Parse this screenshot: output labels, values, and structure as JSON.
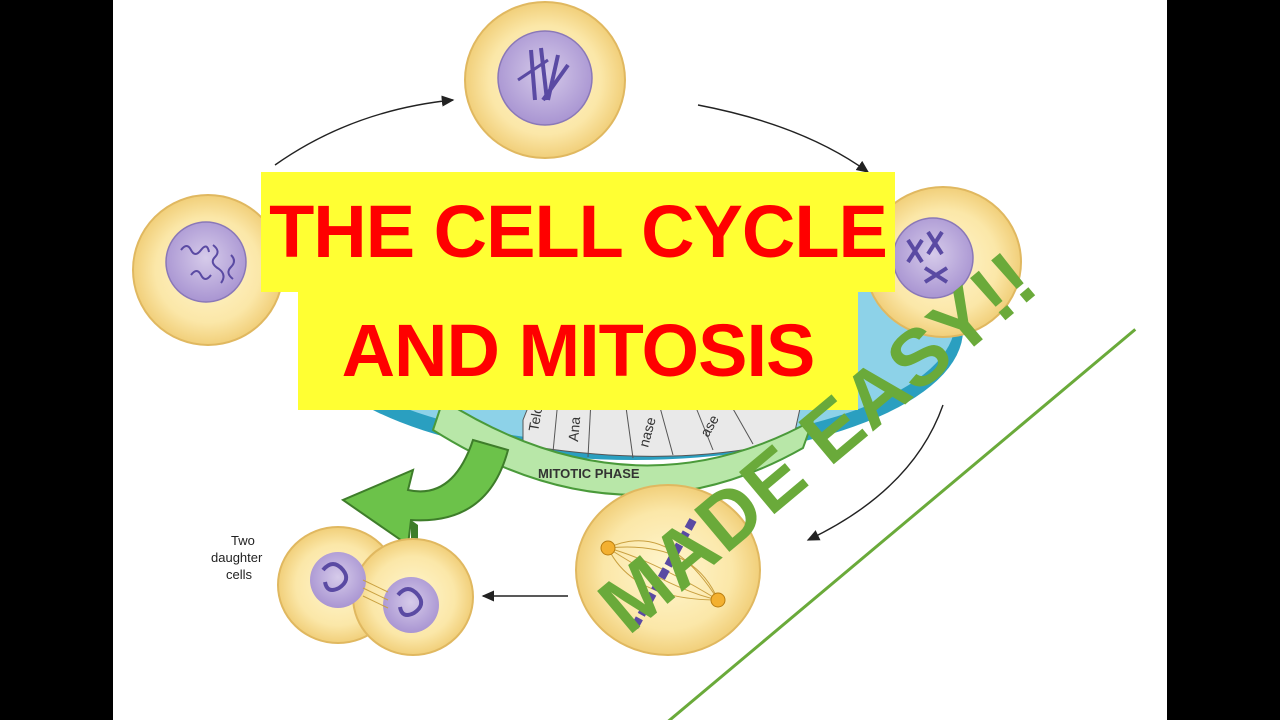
{
  "title": {
    "line1": "THE CELL CYCLE",
    "line2": "AND MITOSIS"
  },
  "subtitle": "MADE EASY!!",
  "diagram": {
    "phase_band_label": "MITOTIC PHASE",
    "stage_labels": [
      "Telo",
      "Ana",
      "nase",
      "ase"
    ],
    "daughter_cells_label": [
      "Two",
      "daughter",
      "cells"
    ]
  },
  "colors": {
    "title_text": "#ff0000",
    "title_highlight": "#ffff33",
    "subtitle": "#6aaa3a",
    "cell_fill": "#fbe7a8",
    "nucleus_fill": "#b9a6d8",
    "chromosome": "#5a4aa3",
    "arrow_green": "#6cc24a"
  }
}
